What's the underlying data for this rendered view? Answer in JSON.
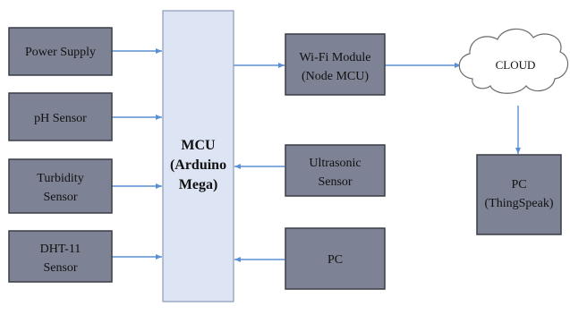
{
  "diagram": {
    "colors": {
      "block_fill": "#7d8294",
      "block_stroke": "#3a3d46",
      "mcu_fill": "#dde5f4",
      "mcu_stroke": "#8a9ab8",
      "arrow": "#5b8fd4",
      "cloud_fill": "#ffffff",
      "cloud_stroke": "#6b6b6b",
      "text": "#111111"
    },
    "nodes": {
      "power_supply": [
        "Power Supply"
      ],
      "ph_sensor": [
        "pH Sensor"
      ],
      "turbidity_sensor": [
        "Turbidity",
        "Sensor"
      ],
      "dht11_sensor": [
        "DHT-11",
        "Sensor"
      ],
      "mcu": [
        "MCU",
        "(Arduino",
        "Mega)"
      ],
      "wifi_module": [
        "Wi-Fi Module",
        "(Node MCU)"
      ],
      "ultrasonic_sensor": [
        "Ultrasonic",
        "Sensor"
      ],
      "pc_local": [
        "PC"
      ],
      "cloud": [
        "CLOUD"
      ],
      "pc_thingspeak": [
        "PC",
        "(ThingSpeak)"
      ]
    },
    "connections": [
      {
        "from": "power_supply",
        "to": "mcu"
      },
      {
        "from": "ph_sensor",
        "to": "mcu"
      },
      {
        "from": "turbidity_sensor",
        "to": "mcu"
      },
      {
        "from": "dht11_sensor",
        "to": "mcu"
      },
      {
        "from": "mcu",
        "to": "wifi_module"
      },
      {
        "from": "ultrasonic_sensor",
        "to": "mcu"
      },
      {
        "from": "pc_local",
        "to": "mcu"
      },
      {
        "from": "wifi_module",
        "to": "cloud"
      },
      {
        "from": "cloud",
        "to": "pc_thingspeak"
      }
    ]
  }
}
